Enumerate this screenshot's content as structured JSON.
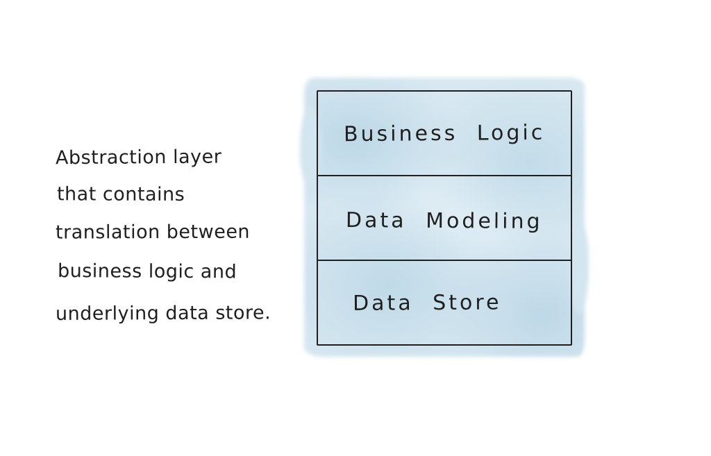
{
  "annotation": {
    "lines": [
      "Abstraction layer",
      "that contains",
      "translation between",
      "business logic and",
      "underlying data store."
    ]
  },
  "diagram": {
    "layers": [
      {
        "label": "Business Logic"
      },
      {
        "label": "Data Modeling"
      },
      {
        "label": "Data Store"
      }
    ]
  },
  "colors": {
    "background": "#ffffff",
    "ink": "#1f1f1f",
    "wash_base": "#d8e8f1",
    "wash_deep": "#bdd8e7"
  }
}
